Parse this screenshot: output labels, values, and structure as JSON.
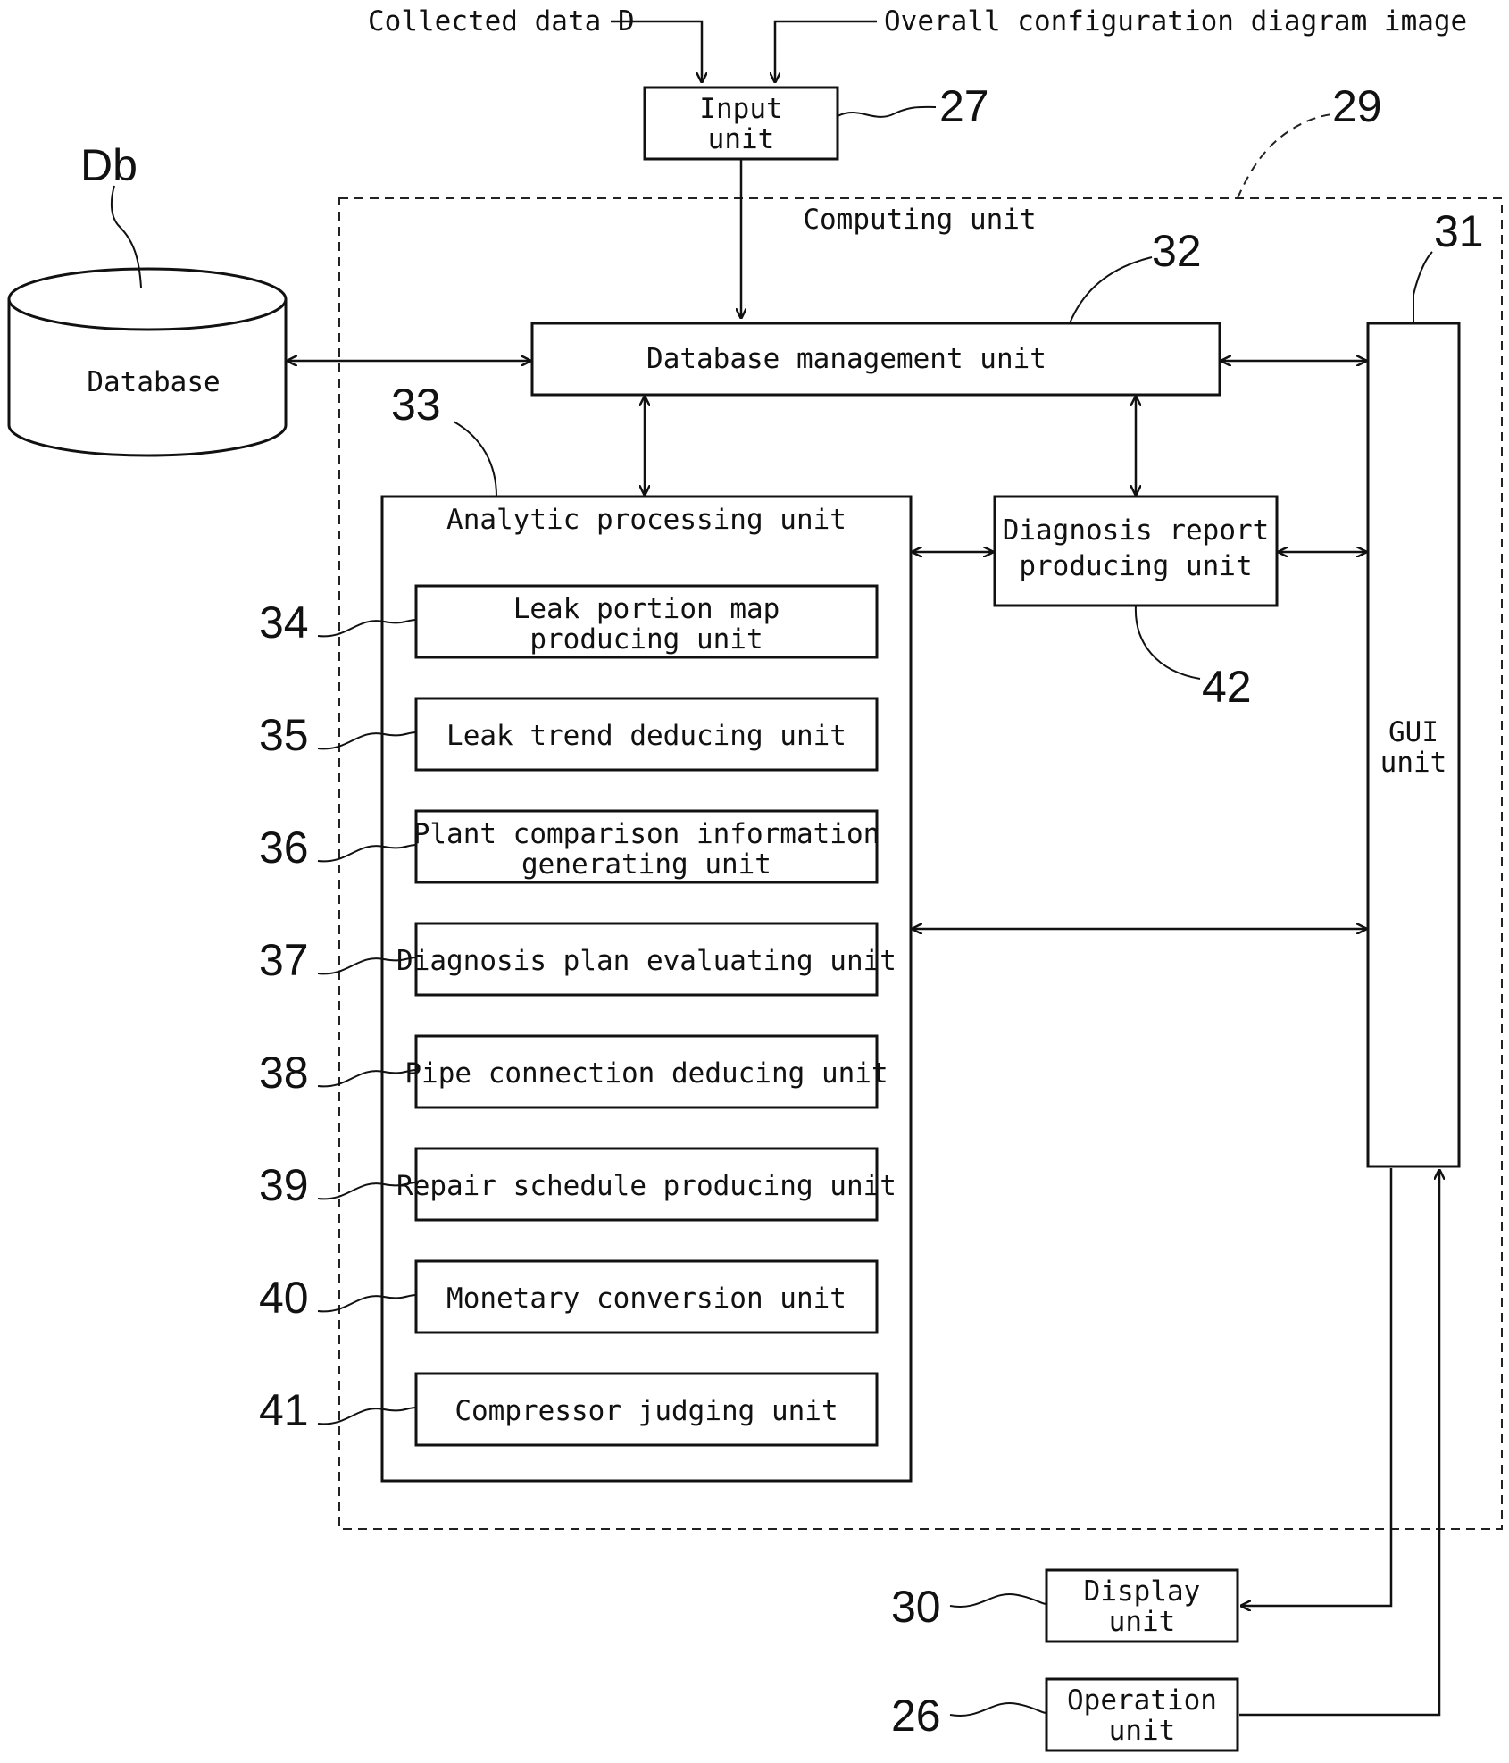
{
  "inputs": {
    "collected_data": "Collected data D",
    "overall_config": "Overall configuration diagram image"
  },
  "input_unit": {
    "line1": "Input",
    "line2": "unit",
    "ref": "27"
  },
  "computing_unit": {
    "label": "Computing unit",
    "ref": "29"
  },
  "database": {
    "label": "Database",
    "ref": "Db"
  },
  "db_management": {
    "label": "Database management unit",
    "ref": "32"
  },
  "gui_unit": {
    "line1": "GUI",
    "line2": "unit",
    "ref": "31"
  },
  "analytic": {
    "label": "Analytic processing unit",
    "ref": "33"
  },
  "diagnosis_report": {
    "line1": "Diagnosis report",
    "line2": "producing unit",
    "ref": "42"
  },
  "sub_units": [
    {
      "line1": "Leak portion map",
      "line2": "producing unit",
      "ref": "34"
    },
    {
      "line1": "Leak trend deducing unit",
      "line2": "",
      "ref": "35"
    },
    {
      "line1": "Plant comparison information",
      "line2": "generating unit",
      "ref": "36"
    },
    {
      "line1": "Diagnosis plan evaluating unit",
      "line2": "",
      "ref": "37"
    },
    {
      "line1": "Pipe connection deducing unit",
      "line2": "",
      "ref": "38"
    },
    {
      "line1": "Repair schedule producing unit",
      "line2": "",
      "ref": "39"
    },
    {
      "line1": "Monetary conversion unit",
      "line2": "",
      "ref": "40"
    },
    {
      "line1": "Compressor judging unit",
      "line2": "",
      "ref": "41"
    }
  ],
  "display_unit": {
    "line1": "Display",
    "line2": "unit",
    "ref": "30"
  },
  "operation_unit": {
    "line1": "Operation",
    "line2": "unit",
    "ref": "26"
  }
}
